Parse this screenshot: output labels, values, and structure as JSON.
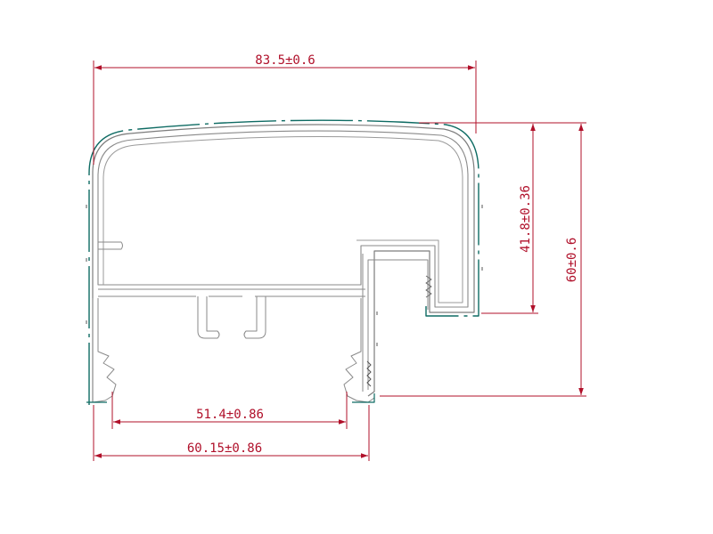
{
  "dimensions": {
    "overall_width": "83.5±0.6",
    "inner_width": "51.4±0.86",
    "base_width": "60.15±0.86",
    "step_height": "41.8±0.36",
    "overall_height": "60±0.6"
  },
  "colors": {
    "dimension": "#b0102a",
    "outline": "#8a8a8a",
    "outline_dark": "#555555",
    "outline_accent": "#0e6b63"
  }
}
